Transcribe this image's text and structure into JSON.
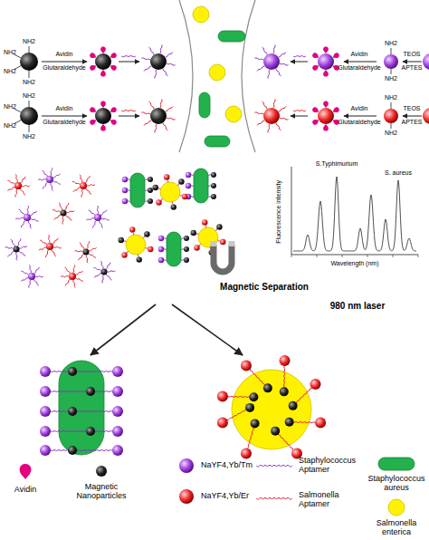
{
  "diagram": {
    "nodes": [
      {
        "text": [
          "NH2",
          "NH2",
          "NH2",
          "NH2"
        ]
      },
      {
        "text": [
          "NH2",
          "NH2",
          "NH2",
          "NH2"
        ]
      },
      {
        "text": [
          "NH2",
          "NH2"
        ]
      },
      {
        "text": [
          "NH2",
          "NH2"
        ]
      },
      {
        "text": [
          "S.Typhimurium",
          "S. aureus",
          "Fluorescence intensity",
          "Wavelength (nm)"
        ]
      }
    ],
    "labels": [
      "Avidin",
      "Glutaraldehyde",
      "Avidin",
      "Glutaraldehyde",
      "TEOS",
      "APTES",
      "Avidin",
      "Glutaraldehyde",
      "Avidin",
      "Glutaraldehyde",
      "TEOS",
      "APTES",
      "Magnetic Separation",
      "980 nm laser"
    ],
    "legend": [
      {
        "text": "Avidin"
      },
      {
        "text": "Magnetic Nanoparticles"
      },
      {
        "text": "NaYF4,Yb/Tm"
      },
      {
        "text": "NaYF4,Yb/Er"
      },
      {
        "text": "Staphylococcus Aptamer"
      },
      {
        "text": "Staphylococcus aureus",
        "color": "#22b14c"
      },
      {
        "text": "Salmonella Aptamer"
      },
      {
        "text": "Salmonella enterica",
        "color": "#fff200"
      }
    ]
  }
}
